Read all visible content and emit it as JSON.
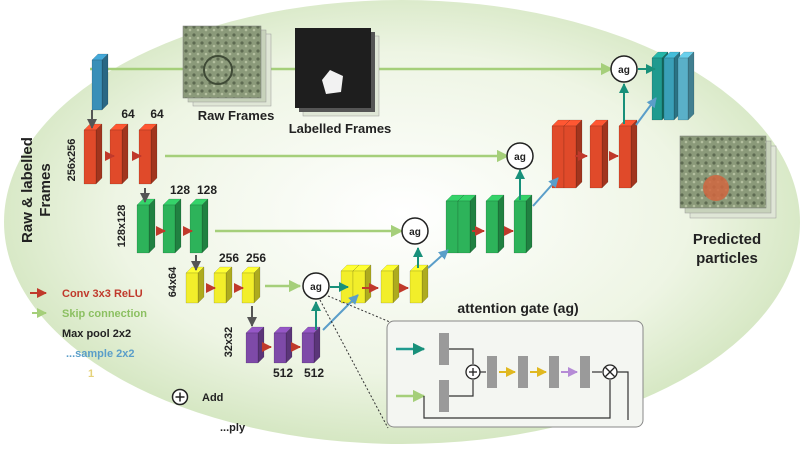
{
  "inputs": {
    "raw_frames": "Raw Frames",
    "labelled_frames": "Labelled Frames",
    "side_title_line1": "Raw & labelled",
    "side_title_line2": "Frames"
  },
  "levels": [
    {
      "res": "256x256",
      "ch1": "64",
      "ch2": "64"
    },
    {
      "res": "128x128",
      "ch1": "128",
      "ch2": "128"
    },
    {
      "res": "64x64",
      "ch1": "256",
      "ch2": "256"
    },
    {
      "res": "32x32",
      "ch1": "512",
      "ch2": "512"
    }
  ],
  "gate_label": "ag",
  "output": {
    "line1": "Predicted",
    "line2": "particles"
  },
  "legend": {
    "conv": "Conv 3x3 ReLU",
    "skip": "Skip connection",
    "maxpool": "Max pool 2x2",
    "upsample": "...sample 2x2",
    "add": "Add",
    "multiply": "...ply"
  },
  "inset": {
    "title": "attention gate (ag)"
  },
  "colors": {
    "conv": "#c0392b",
    "skip": "#a5cf7a",
    "maxpool": "#555555",
    "upsample": "#5a9ec9",
    "gate_out": "#18907a",
    "level1": "#e04a2a",
    "level2": "#2db35a",
    "level3": "#f2ee2a",
    "level4": "#7e4aa8",
    "teal": "#1f9a8f"
  }
}
